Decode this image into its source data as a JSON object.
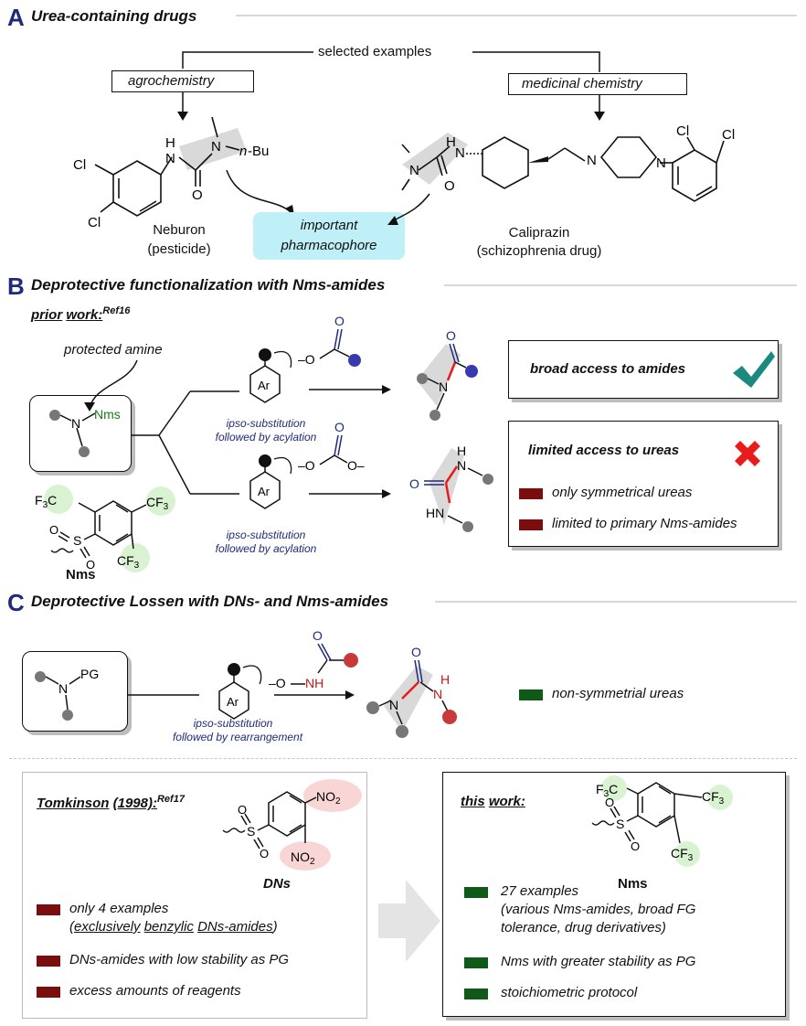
{
  "sectionA": {
    "letter": "A",
    "title": "Urea-containing drugs",
    "selected": "selected examples",
    "agro": "agrochemistry",
    "medchem": "medicinal chemistry",
    "neuron_name": "Neburon",
    "neuron_use": "(pesticide)",
    "calip_name": "Caliprazin",
    "calip_use": "(schizophrenia drug)",
    "pharm_1": "important",
    "pharm_2": "pharmacophore"
  },
  "sectionB": {
    "letter": "B",
    "title": "Deprotective functionalization with Nms-amides",
    "prior_1": "prior",
    "prior_2": "work:",
    "prior_ref": "Ref16",
    "protected": "protected amine",
    "nms_label": "Nms",
    "ipso1_1": "ipso-substitution",
    "ipso1_2": "followed by acylation",
    "ipso2_1": "ipso-substitution",
    "ipso2_2": "followed by acylation",
    "broad": "broad access to amides",
    "limited": "limited access to ureas",
    "bullets": [
      "only symmetrical ureas",
      "limited to primary Nms-amides"
    ]
  },
  "sectionC": {
    "letter": "C",
    "title": "Deprotective Lossen with DNs- and Nms-amides",
    "ipso_1": "ipso-substitution",
    "ipso_2": "followed by rearrangement",
    "nonsym": "non-symmetrial ureas",
    "tomk_1": "Tomkinson",
    "tomk_2": "(1998):",
    "tomk_ref": "Ref17",
    "dns_label": "DNs",
    "tomk_b1_1": "only 4 examples",
    "tomk_b1_2a": "exclusively",
    "tomk_b1_2b": "benzylic",
    "tomk_b1_2c": "DNs-amides",
    "tomk_b2": "DNs-amides with low stability as PG",
    "tomk_b3": "excess amounts of reagents",
    "this_1": "this",
    "this_2": "work:",
    "nms_label": "Nms",
    "this_b1_1": "27 examples",
    "this_b1_2": "(various Nms-amides, broad FG",
    "this_b1_3": "tolerance, drug derivatives)",
    "this_b2": "Nms with greater stability as PG",
    "this_b3": "stoichiometric protocol"
  },
  "chem": {
    "H": "H",
    "N": "N",
    "O": "O",
    "Cl": "Cl",
    "nBu_n": "n",
    "nBu": "-Bu",
    "Ar": "Ar",
    "PG": "PG",
    "NH": "NH",
    "HN": "HN",
    "minus": "–",
    "F3C": "F3C",
    "CF3": "CF3",
    "S": "S",
    "NO2": "NO2"
  },
  "colors": {
    "accent": "#1f2a7a",
    "red_bullet": "#7a0d0d",
    "green_bullet": "#0f5a18",
    "check": "#1a8a80",
    "cross": "#e81c1c"
  }
}
